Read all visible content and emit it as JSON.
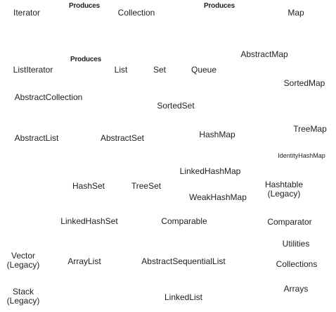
{
  "relations": {
    "produces_1": "Produces",
    "produces_2": "Produces",
    "produces_3": "Produces"
  },
  "nodes": {
    "iterator": "Iterator",
    "collection": "Collection",
    "map": "Map",
    "abstract_map": "AbstractMap",
    "list_iterator": "ListIterator",
    "list": "List",
    "set": "Set",
    "queue": "Queue",
    "sorted_map": "SortedMap",
    "abstract_collection": "AbstractCollection",
    "sorted_set": "SortedSet",
    "abstract_list": "AbstractList",
    "abstract_set": "AbstractSet",
    "hash_map": "HashMap",
    "tree_map": "TreeMap",
    "identity_hash_map": "IdentityHashMap",
    "linked_hash_map": "LinkedHashMap",
    "hash_set": "HashSet",
    "tree_set": "TreeSet",
    "weak_hash_map": "WeakHashMap",
    "hashtable": "Hashtable",
    "hashtable_note": "(Legacy)",
    "linked_hash_set": "LinkedHashSet",
    "comparable": "Comparable",
    "comparator": "Comparator",
    "utilities": "Utilities",
    "vector": "Vector",
    "vector_note": "(Legacy)",
    "array_list": "ArrayList",
    "abstract_sequential_list": "AbstractSequentialList",
    "collections": "Collections",
    "arrays": "Arrays",
    "stack": "Stack",
    "stack_note": "(Legacy)",
    "linked_list": "LinkedList"
  }
}
